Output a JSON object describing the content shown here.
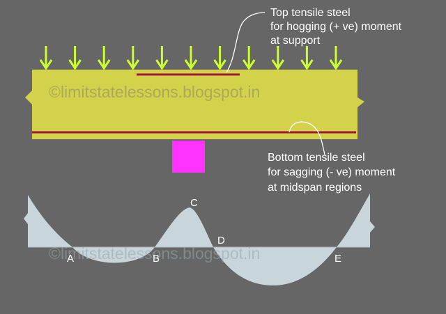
{
  "colors": {
    "background": "#666666",
    "beam": "#d4d14a",
    "steel": "#a01838",
    "support": "#ff33ff",
    "load_arrow": "#ccff33",
    "moment_fill": "#c8d6dc"
  },
  "labels": {
    "top_steel": [
      "Top tensile steel",
      "for hogging (+ ve) moment",
      "at support"
    ],
    "bottom_steel": [
      "Bottom tensile steel",
      "for sagging (- ve) moment",
      "at midspan regions"
    ],
    "watermark": "©limitstatelessons.blogspot.in",
    "watermark_lower": "©limitstatelessons.blogspot.in"
  },
  "points": [
    "A",
    "B",
    "C",
    "D",
    "E"
  ],
  "load_arrow_count": 11
}
